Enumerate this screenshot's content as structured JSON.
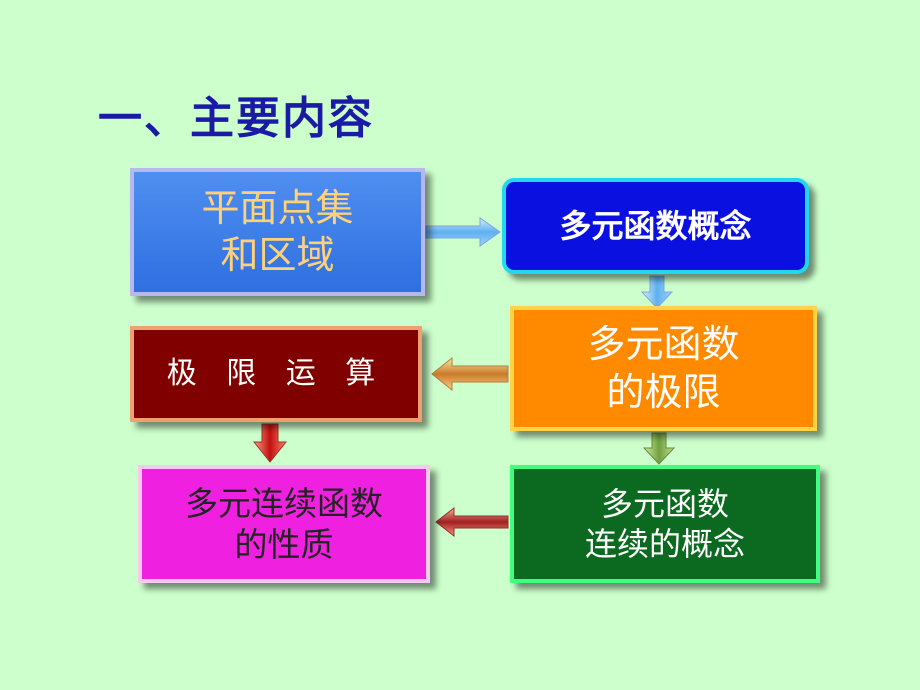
{
  "title": "一、主要内容",
  "boxes": {
    "b1": "平面点集\n和区域",
    "b2": "多元函数概念",
    "b3": "极 限 运 算",
    "b4": "多元函数\n的极限",
    "b5": "多元连续函数\n的性质",
    "b6": "多元函数\n连续的概念"
  },
  "colors": {
    "background": "#ccffcc",
    "title": "#1a1aa6"
  }
}
